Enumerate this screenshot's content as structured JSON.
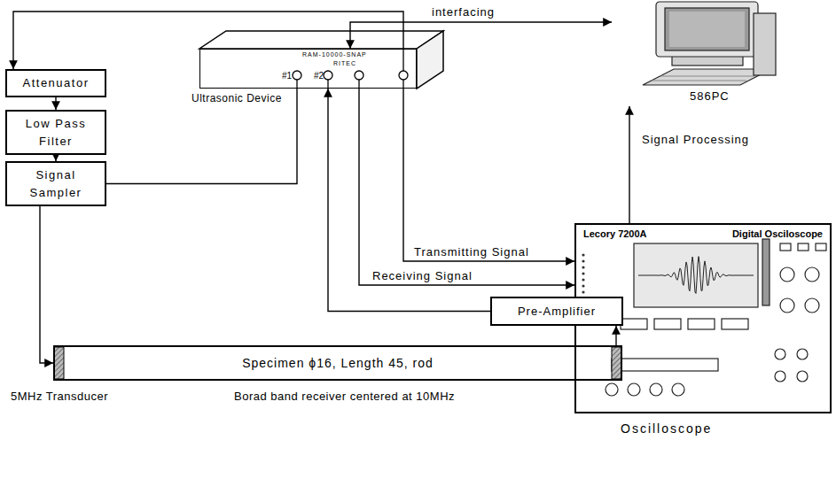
{
  "diagram": {
    "nodes": [
      {
        "text": [
          "Attenuator"
        ]
      },
      {
        "text": [
          "Low Pass Filter"
        ]
      },
      {
        "text": [
          "Signal Sampler"
        ]
      },
      {
        "text": [
          "RAM-10000-SNAP",
          "RITEC",
          "#1",
          "#2",
          "Ultrasonic Device"
        ]
      },
      {
        "text": [
          "586PC"
        ]
      },
      {
        "text": [
          "Lecory 7200A",
          "Digital Osciloscope",
          "Oscilloscope"
        ]
      },
      {
        "text": [
          "Pre-Amplifier"
        ]
      },
      {
        "text": [
          "Specimen ϕ16, Length 45, rod"
        ]
      }
    ],
    "edges": [
      {
        "from": 3,
        "to": 0,
        "arrow": "to"
      },
      {
        "from": 0,
        "to": 1,
        "arrow": "to"
      },
      {
        "from": 1,
        "to": 2,
        "arrow": "to"
      },
      {
        "from": 2,
        "to": 3,
        "arrow": "none"
      },
      {
        "from": 2,
        "to": 7,
        "arrow": "to"
      },
      {
        "from": 7,
        "to": 6,
        "arrow": "to"
      },
      {
        "from": 6,
        "to": 3,
        "arrow": "to"
      },
      {
        "from": 3,
        "to": 4,
        "label": "interfacing",
        "arrow": "both"
      },
      {
        "from": 3,
        "to": 5,
        "label": "Transmitting Signal",
        "arrow": "to"
      },
      {
        "from": 3,
        "to": 5,
        "label": "Receiving Signal",
        "arrow": "to"
      },
      {
        "from": 5,
        "to": 4,
        "label": "Signal Processing",
        "arrow": "to"
      }
    ],
    "labels": [
      "5MHz Transducer",
      "Borad band receiver centered at 10MHz"
    ]
  }
}
